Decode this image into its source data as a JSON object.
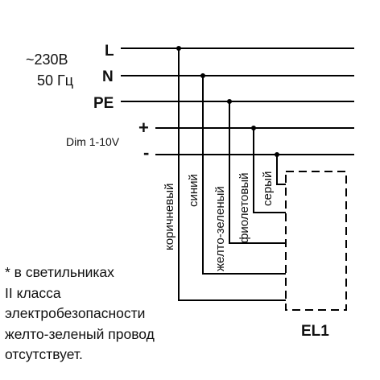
{
  "supply": {
    "voltage": "~230В",
    "frequency": "50 Гц"
  },
  "buses": {
    "L": "L",
    "N": "N",
    "PE": "PE",
    "plus": "+",
    "minus": "-",
    "dim": "Dim 1-10V"
  },
  "wires": {
    "brown": "коричневый",
    "blue": "синий",
    "yellow_green": "желто-зеленый",
    "violet": "фиолетовый",
    "grey": "серый"
  },
  "luminaire": {
    "label": "EL1"
  },
  "footnote": {
    "line1": "* в светильниках",
    "line2": "II класса",
    "line3": "электробезопасности",
    "line4": "желто-зеленый провод",
    "line5": "отсутствует."
  }
}
